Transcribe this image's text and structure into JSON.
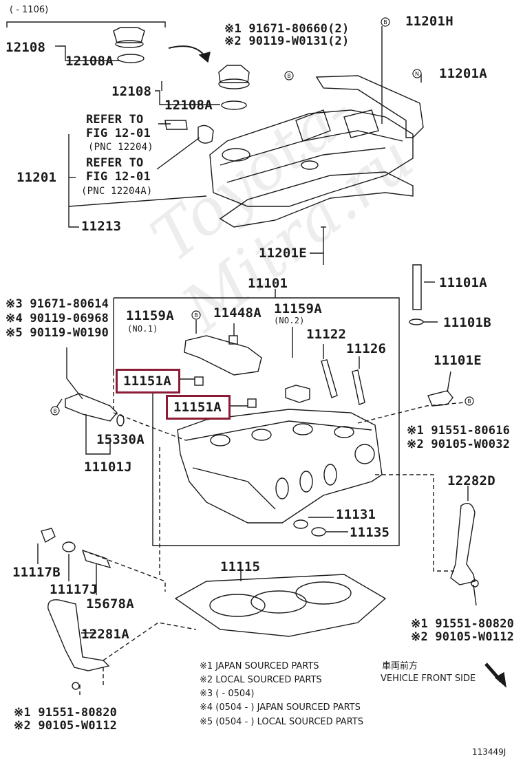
{
  "watermark": "Toyota-Mitra.ru",
  "figure_id": "113449J",
  "serial_range": "(     - 1106)",
  "parts": {
    "p12108_top": "12108",
    "p12108A_top": "12108A",
    "p12108_mid": "12108",
    "p12108A_mid": "12108A",
    "p11201": "11201",
    "p11213": "11213",
    "p11201E": "11201E",
    "p11201H": "11201H",
    "p11201A": "11201A",
    "p11101": "11101",
    "p11101A": "11101A",
    "p11101B": "11101B",
    "p11101E": "11101E",
    "p11159A_1": "11159A",
    "p11159A_2": "11159A",
    "p11448A": "11448A",
    "p11122": "11122",
    "p11126": "11126",
    "p11151A_1": "11151A",
    "p11151A_2": "11151A",
    "p15330A": "15330A",
    "p11101J": "11101J",
    "p11131": "11131",
    "p11135": "11135",
    "p12282D": "12282D",
    "p11115": "11115",
    "p11117B": "11117B",
    "p11117J": "11117J",
    "p15678A": "15678A",
    "p12281A": "12281A"
  },
  "tags": {
    "no1": "(NO.1)",
    "no2": "(NO.2)",
    "circle_b": "B",
    "circle_n": "N"
  },
  "refer": {
    "line1a": "REFER TO",
    "line1b": "FIG 12-01",
    "line1c": "(PNC 12204)",
    "line2a": "REFER TO",
    "line2b": "FIG 12-01",
    "line2c": "(PNC 12204A)"
  },
  "codes": {
    "top_1": "※1  91671-80660(2)",
    "top_2": "※2  90119-W0131(2)",
    "left_3": "※3 91671-80614",
    "left_4": "※4 90119-06968",
    "left_5": "※5 90119-W0190",
    "right_1": "※1  91551-80616",
    "right_2": "※2  90105-W0032",
    "br_1": "※1 91551-80820",
    "br_2": "※2 90105-W0112",
    "bl_1": "※1 91551-80820",
    "bl_2": "※2 90105-W0112"
  },
  "legend": {
    "l1": "※1   JAPAN SOURCED PARTS",
    "l2": "※2   LOCAL SOURCED PARTS",
    "l3": "※3  (       - 0504)",
    "l4": "※4  (0504 -        ) JAPAN SOURCED PARTS",
    "l5": "※5  (0504 -        ) LOCAL SOURCED PARTS"
  },
  "front": {
    "jp": "車両前方",
    "en": "VEHICLE FRONT SIDE"
  }
}
